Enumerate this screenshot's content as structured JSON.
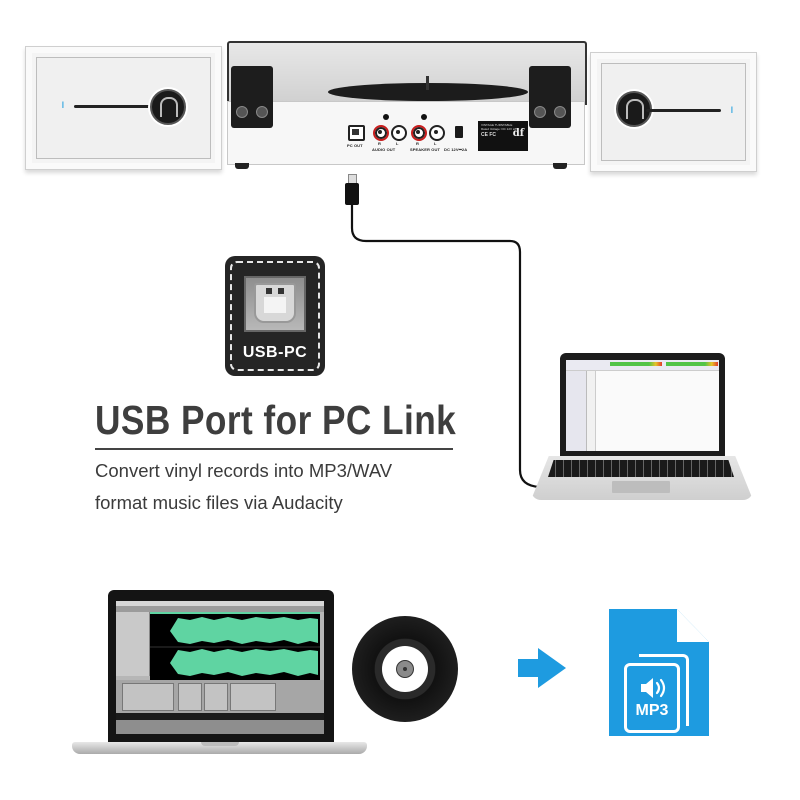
{
  "product": {
    "name": "Vinyl turntable with bookshelf speakers",
    "turntable": {
      "ports": [
        {
          "id": "pc-out",
          "label": "PC OUT",
          "type": "usb-b"
        },
        {
          "id": "audio-out",
          "label": "AUDIO OUT",
          "channels": [
            "R",
            "L"
          ],
          "type": "rca"
        },
        {
          "id": "speaker-out",
          "label": "SPEAKER OUT",
          "channels": [
            "R",
            "L"
          ],
          "type": "rca"
        },
        {
          "id": "dc-in",
          "label": "DC 12V⎓2A",
          "type": "dc-jack"
        }
      ],
      "rating_plate": {
        "line1": "VINTAGE TURNTABLE",
        "line2": "Rated Voltage: DC 12V 2A",
        "certs": "CE FC",
        "logo": "df"
      }
    },
    "speakers": {
      "count": 2,
      "led_color": "#2aa3e0"
    }
  },
  "badge": {
    "icon": "usb-b-port-icon",
    "label": "USB-PC"
  },
  "headline": "USB Port for PC Link",
  "subtext": {
    "line1": "Convert vinyl records into MP3/WAV",
    "line2": "format music files via Audacity"
  },
  "conversion_flow": {
    "steps": [
      {
        "icon": "laptop-audio-editor-icon",
        "name": "Audio editing software"
      },
      {
        "icon": "vinyl-record-icon",
        "name": "Vinyl record"
      },
      {
        "icon": "arrow-right-icon",
        "name": "Convert"
      },
      {
        "icon": "mp3-file-icon",
        "name": "MP3 file",
        "label": "MP3"
      }
    ]
  },
  "colors": {
    "accent_blue": "#1e9be0",
    "headline_text": "#3e3e3e",
    "body_text": "#3b3b3b",
    "badge_bg": "#252525",
    "waveform_green": "#5fd4a2"
  }
}
